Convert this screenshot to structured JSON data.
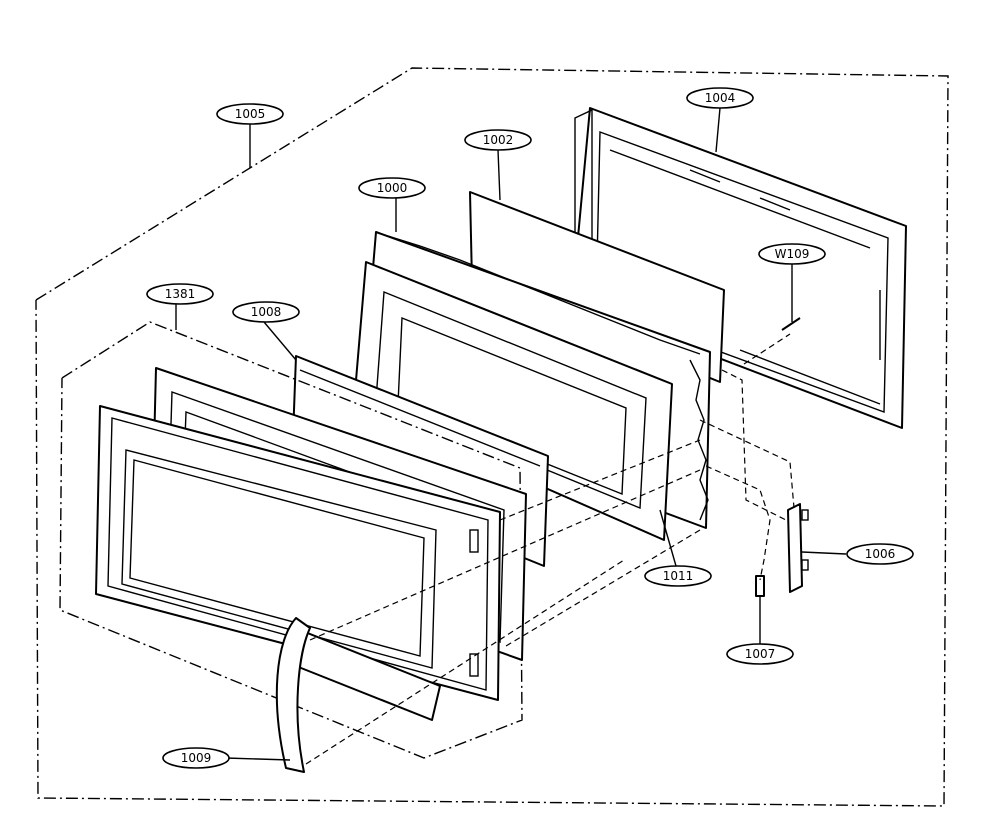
{
  "parts": [
    {
      "id": "assembly",
      "label": "1005"
    },
    {
      "id": "back-panel",
      "label": "1004"
    },
    {
      "id": "glass-plate",
      "label": "1002"
    },
    {
      "id": "door-frame",
      "label": "1000"
    },
    {
      "id": "screw",
      "label": "W109"
    },
    {
      "id": "front-frame",
      "label": "1381"
    },
    {
      "id": "door-seal",
      "label": "1008"
    },
    {
      "id": "hinge-bracket",
      "label": "1011"
    },
    {
      "id": "latch",
      "label": "1006"
    },
    {
      "id": "latch-spring",
      "label": "1007"
    },
    {
      "id": "handle",
      "label": "1009"
    }
  ]
}
